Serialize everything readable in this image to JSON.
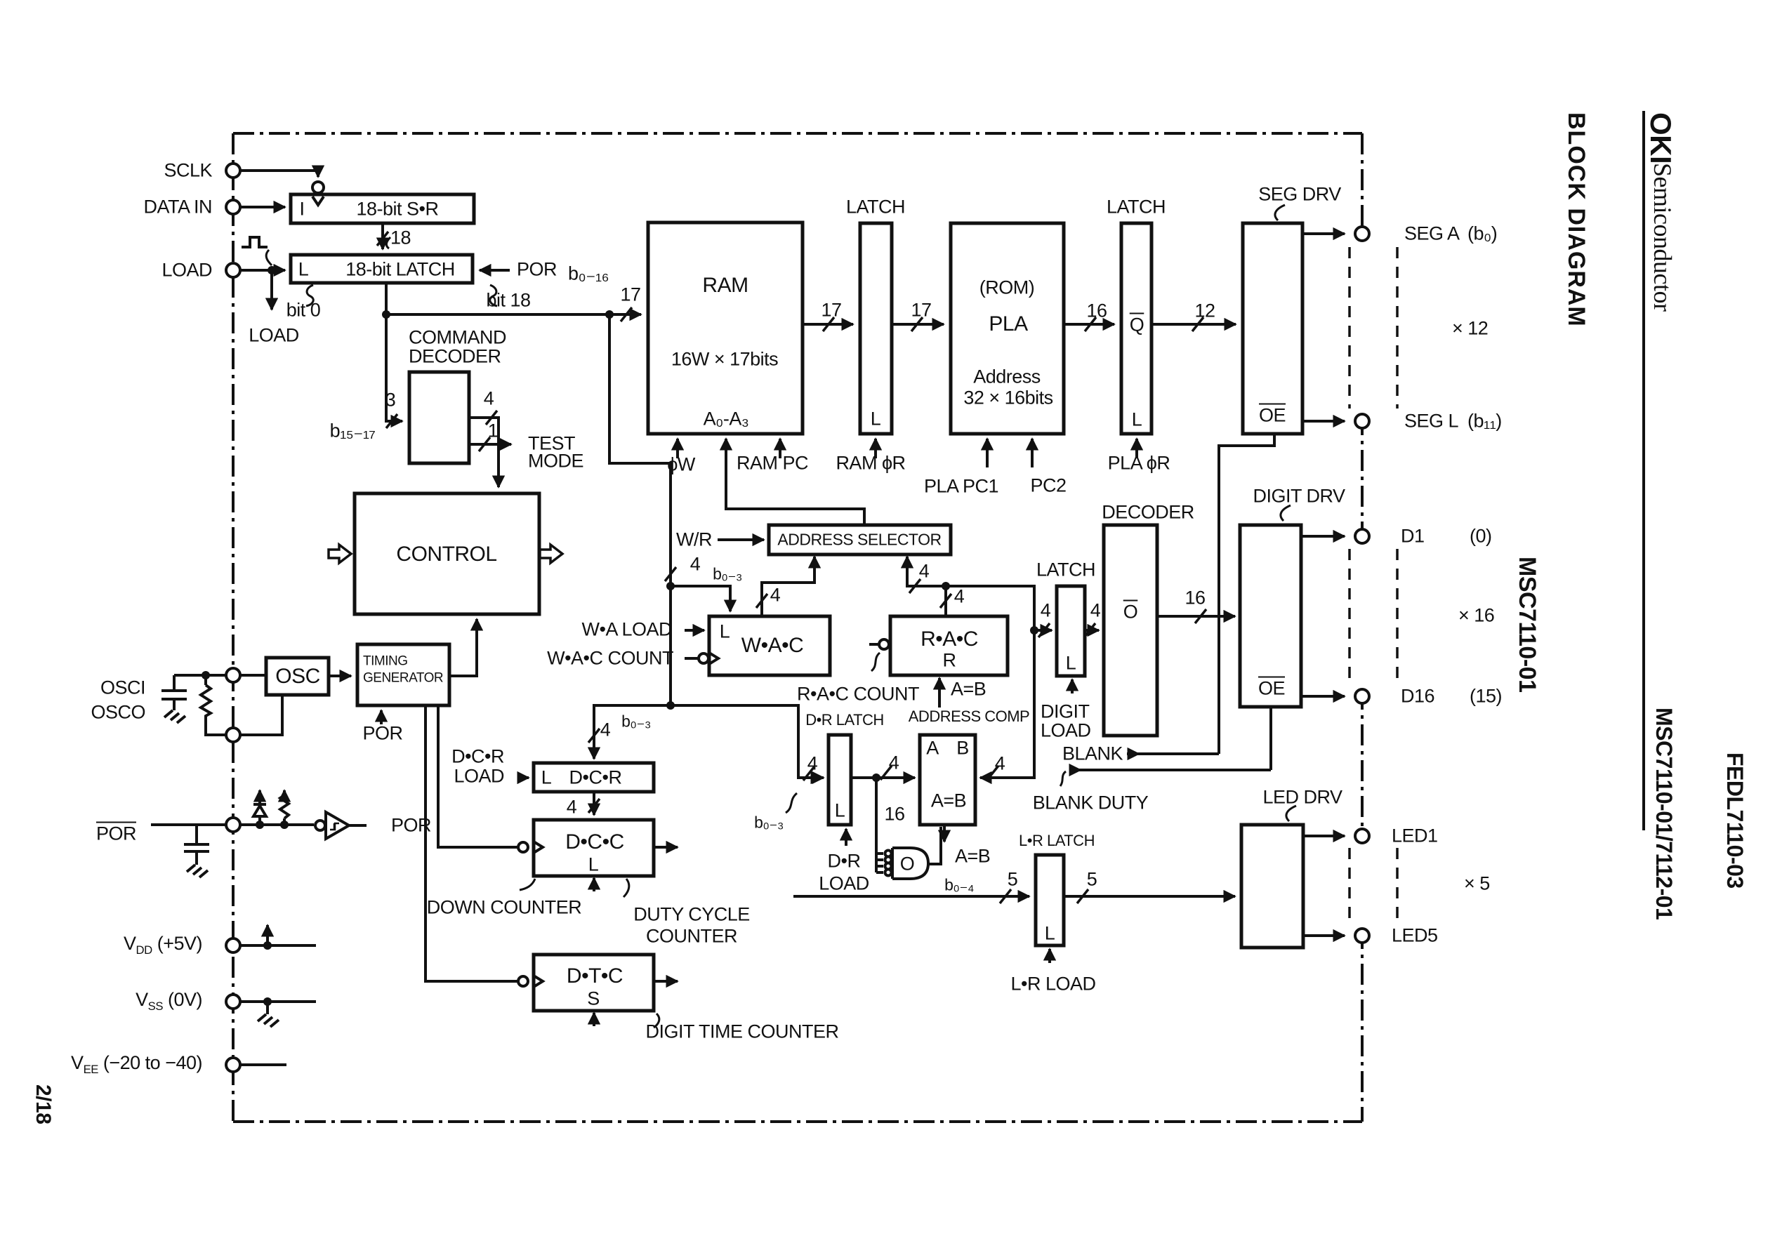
{
  "page": {
    "number": "2/18"
  },
  "margin": {
    "section": "BLOCK DIAGRAM",
    "brand": "OKI",
    "brand_sub": "Semiconductor",
    "part_mid": "MSC7110-01",
    "part_bottom": "MSC7110-01/7112-01",
    "doc_number": "FEDL7110-03"
  },
  "pins": {
    "sclk": "SCLK",
    "data_in": "DATA IN",
    "load": "LOAD",
    "osci": "OSCI",
    "osco": "OSCO",
    "por_in": "POR",
    "seg_a": "SEG A",
    "seg_a_bit": "(b₀)",
    "seg_l": "SEG L",
    "seg_l_bit": "(b₁₁)",
    "x12": "× 12",
    "x16": "× 16",
    "x5": "× 5",
    "d1": "D1",
    "d1_idx": "(0)",
    "d16": "D16",
    "d16_idx": "(15)",
    "led1": "LED1",
    "led5": "LED5"
  },
  "power": [
    {
      "v": "V",
      "sub": "DD",
      "rest": " (+5V)"
    },
    {
      "v": "V",
      "sub": "SS",
      "rest": " (0V)"
    },
    {
      "v": "V",
      "sub": "EE",
      "rest": " (−20 to −40)"
    }
  ],
  "blocks": {
    "sr_in": "I",
    "sr": "18-bit S•R",
    "latch18": "18-bit LATCH",
    "command": "COMMAND",
    "decoder_w": "DECODER",
    "control": "CONTROL",
    "ram": "RAM",
    "ram_size": "16W × 17bits",
    "ram_addr": "A₀-A₃",
    "rom": "(ROM)",
    "pla": "PLA",
    "pla_addr": "Address",
    "pla_size": "32 × 16bits",
    "seg_drv": "SEG DRV",
    "digit_drv": "DIGIT DRV",
    "led_drv": "LED DRV",
    "addr_sel": "ADDRESS SELECTOR",
    "wac": "W•A•C",
    "rac": "R•A•C",
    "dr_latch": "D•R LATCH",
    "addr_comp": "ADDRESS COMP",
    "dcr": "D•C•R",
    "dcc": "D•C•C",
    "dtc": "D•T•C",
    "lr_latch": "L•R LATCH",
    "osc": "OSC",
    "timing": "TIMING",
    "generator": "GENERATOR",
    "latch": "LATCH"
  },
  "signals": {
    "por": "POR",
    "load": "LOAD",
    "test": "TEST",
    "mode": "MODE",
    "phiw": "ϕW",
    "ram_pc": "RAM PC",
    "ram_phir": "RAM ϕR",
    "pla_pc1": "PLA PC1",
    "pc2": "PC2",
    "pla_phir": "PLA ϕR",
    "wr": "W/R",
    "wa_load": "W•A LOAD",
    "wac_count": "W•A•C COUNT",
    "rac_count": "R•A•C COUNT",
    "digit": "DIGIT",
    "blank": "BLANK",
    "blank_duty": "BLANK DUTY",
    "dr": "D•R",
    "lr_load": "L•R LOAD",
    "down_counter": "DOWN COUNTER",
    "duty_cycle": "DUTY CYCLE",
    "counter": "COUNTER",
    "digit_time": "DIGIT TIME COUNTER",
    "bit0": "bit 0",
    "bit18": "bit 18"
  },
  "buses": {
    "b0_16": "b₀₋₁₆",
    "b15_17": "b₁₅₋₁₇",
    "b0_3": "b₀₋₃",
    "b0_4": "b₀₋₄",
    "n1": "1",
    "n3": "3",
    "n4": "4",
    "n5": "5",
    "n12": "12",
    "n16": "16",
    "n17": "17",
    "n18": "18"
  },
  "misc": {
    "l": "L",
    "s": "S",
    "r": "R",
    "o": "O",
    "qbar": "Q",
    "obar": "O",
    "oe": "OE",
    "a": "A",
    "b": "B",
    "aeb": "A=B"
  }
}
